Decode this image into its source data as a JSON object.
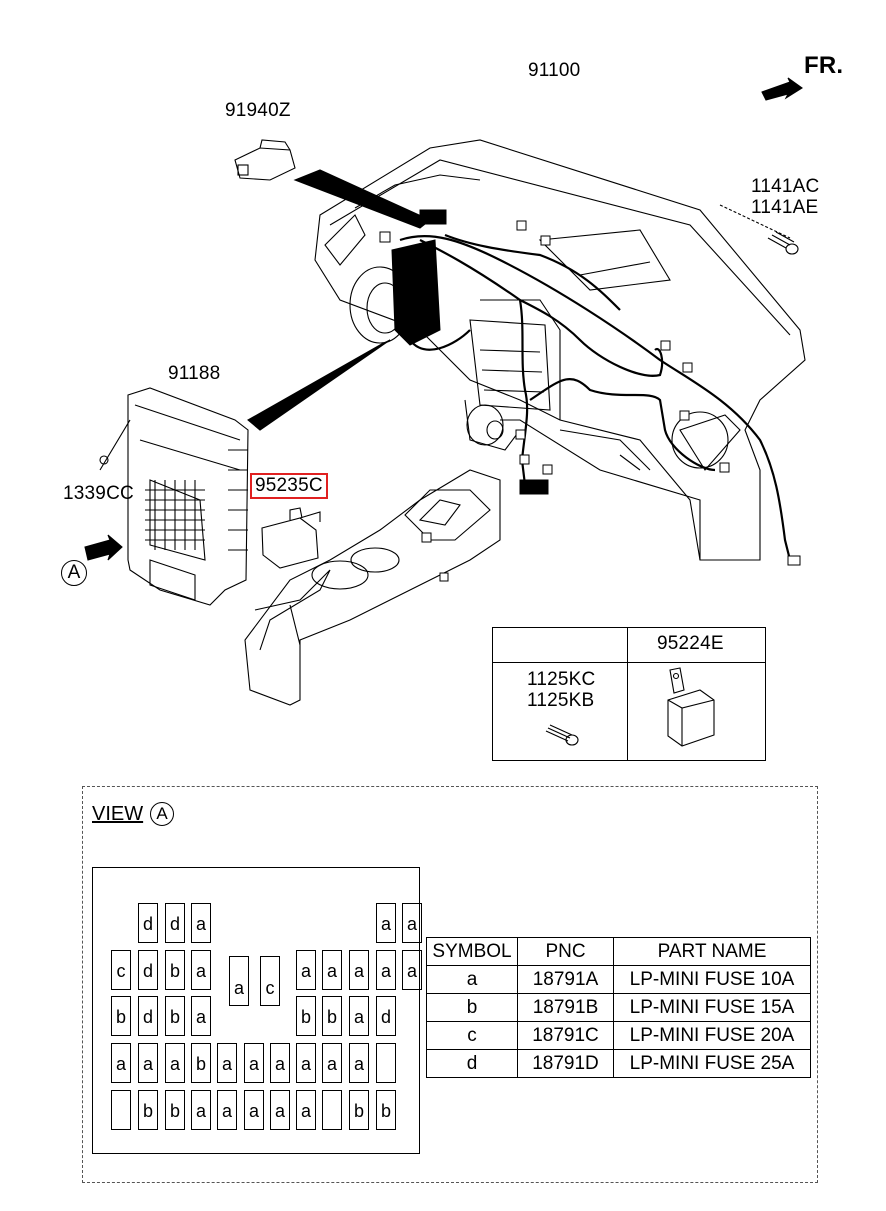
{
  "labels": {
    "fr": "FR.",
    "p91100": "91100",
    "p91940z": "91940Z",
    "p1141ac": "1141AC",
    "p1141ae": "1141AE",
    "p91188": "91188",
    "p1339cc": "1339CC",
    "p95235c": "95235C",
    "p95224e": "95224E",
    "p1125kc": "1125KC",
    "p1125kb": "1125KB",
    "arrow_a": "A"
  },
  "view": {
    "title": "VIEW",
    "circle": "A"
  },
  "fuse_grid": [
    {
      "col": 1,
      "row": 0,
      "t": "d"
    },
    {
      "col": 2,
      "row": 0,
      "t": "d"
    },
    {
      "col": 3,
      "row": 0,
      "t": "a"
    },
    {
      "col": 10,
      "row": 0,
      "t": "a"
    },
    {
      "col": 11,
      "row": 0,
      "t": "a"
    },
    {
      "col": 0,
      "row": 1,
      "t": "c"
    },
    {
      "col": 1,
      "row": 1,
      "t": "d"
    },
    {
      "col": 2,
      "row": 1,
      "t": "b"
    },
    {
      "col": 3,
      "row": 1,
      "t": "a"
    },
    {
      "col": 7,
      "row": 1,
      "t": "a"
    },
    {
      "col": 8,
      "row": 1,
      "t": "a"
    },
    {
      "col": 9,
      "row": 1,
      "t": "a"
    },
    {
      "col": 10,
      "row": 1,
      "t": "a"
    },
    {
      "col": 11,
      "row": 1,
      "t": "a"
    },
    {
      "col": 0,
      "row": 2,
      "t": "b"
    },
    {
      "col": 1,
      "row": 2,
      "t": "d"
    },
    {
      "col": 2,
      "row": 2,
      "t": "b"
    },
    {
      "col": 3,
      "row": 2,
      "t": "a"
    },
    {
      "col": 7,
      "row": 2,
      "t": "b"
    },
    {
      "col": 8,
      "row": 2,
      "t": "b"
    },
    {
      "col": 9,
      "row": 2,
      "t": "a"
    },
    {
      "col": 10,
      "row": 2,
      "t": "d"
    },
    {
      "col": 0,
      "row": 3,
      "t": "a"
    },
    {
      "col": 1,
      "row": 3,
      "t": "a"
    },
    {
      "col": 2,
      "row": 3,
      "t": "a"
    },
    {
      "col": 3,
      "row": 3,
      "t": "b"
    },
    {
      "col": 4,
      "row": 3,
      "t": "a"
    },
    {
      "col": 5,
      "row": 3,
      "t": "a"
    },
    {
      "col": 6,
      "row": 3,
      "t": "a"
    },
    {
      "col": 7,
      "row": 3,
      "t": "a"
    },
    {
      "col": 8,
      "row": 3,
      "t": "a"
    },
    {
      "col": 9,
      "row": 3,
      "t": "a"
    },
    {
      "col": 10,
      "row": 3,
      "t": ""
    },
    {
      "col": 0,
      "row": 4,
      "t": ""
    },
    {
      "col": 1,
      "row": 4,
      "t": "b"
    },
    {
      "col": 2,
      "row": 4,
      "t": "b"
    },
    {
      "col": 3,
      "row": 4,
      "t": "a"
    },
    {
      "col": 4,
      "row": 4,
      "t": "a"
    },
    {
      "col": 5,
      "row": 4,
      "t": "a"
    },
    {
      "col": 6,
      "row": 4,
      "t": "a"
    },
    {
      "col": 7,
      "row": 4,
      "t": "a"
    },
    {
      "col": 8,
      "row": 4,
      "t": ""
    },
    {
      "col": 9,
      "row": 4,
      "t": "b"
    },
    {
      "col": 10,
      "row": 4,
      "t": "b"
    }
  ],
  "fuse_mid": [
    {
      "slot": "left",
      "t": "a"
    },
    {
      "slot": "right",
      "t": "c"
    }
  ],
  "symbol_table": {
    "headers": [
      "SYMBOL",
      "PNC",
      "PART NAME"
    ],
    "rows": [
      {
        "symbol": "a",
        "pnc": "18791A",
        "name": "LP-MINI FUSE 10A"
      },
      {
        "symbol": "b",
        "pnc": "18791B",
        "name": "LP-MINI FUSE 15A"
      },
      {
        "symbol": "c",
        "pnc": "18791C",
        "name": "LP-MINI FUSE 20A"
      },
      {
        "symbol": "d",
        "pnc": "18791D",
        "name": "LP-MINI FUSE 25A"
      }
    ]
  },
  "colors": {
    "highlight": "#e02020",
    "line": "#000000"
  }
}
